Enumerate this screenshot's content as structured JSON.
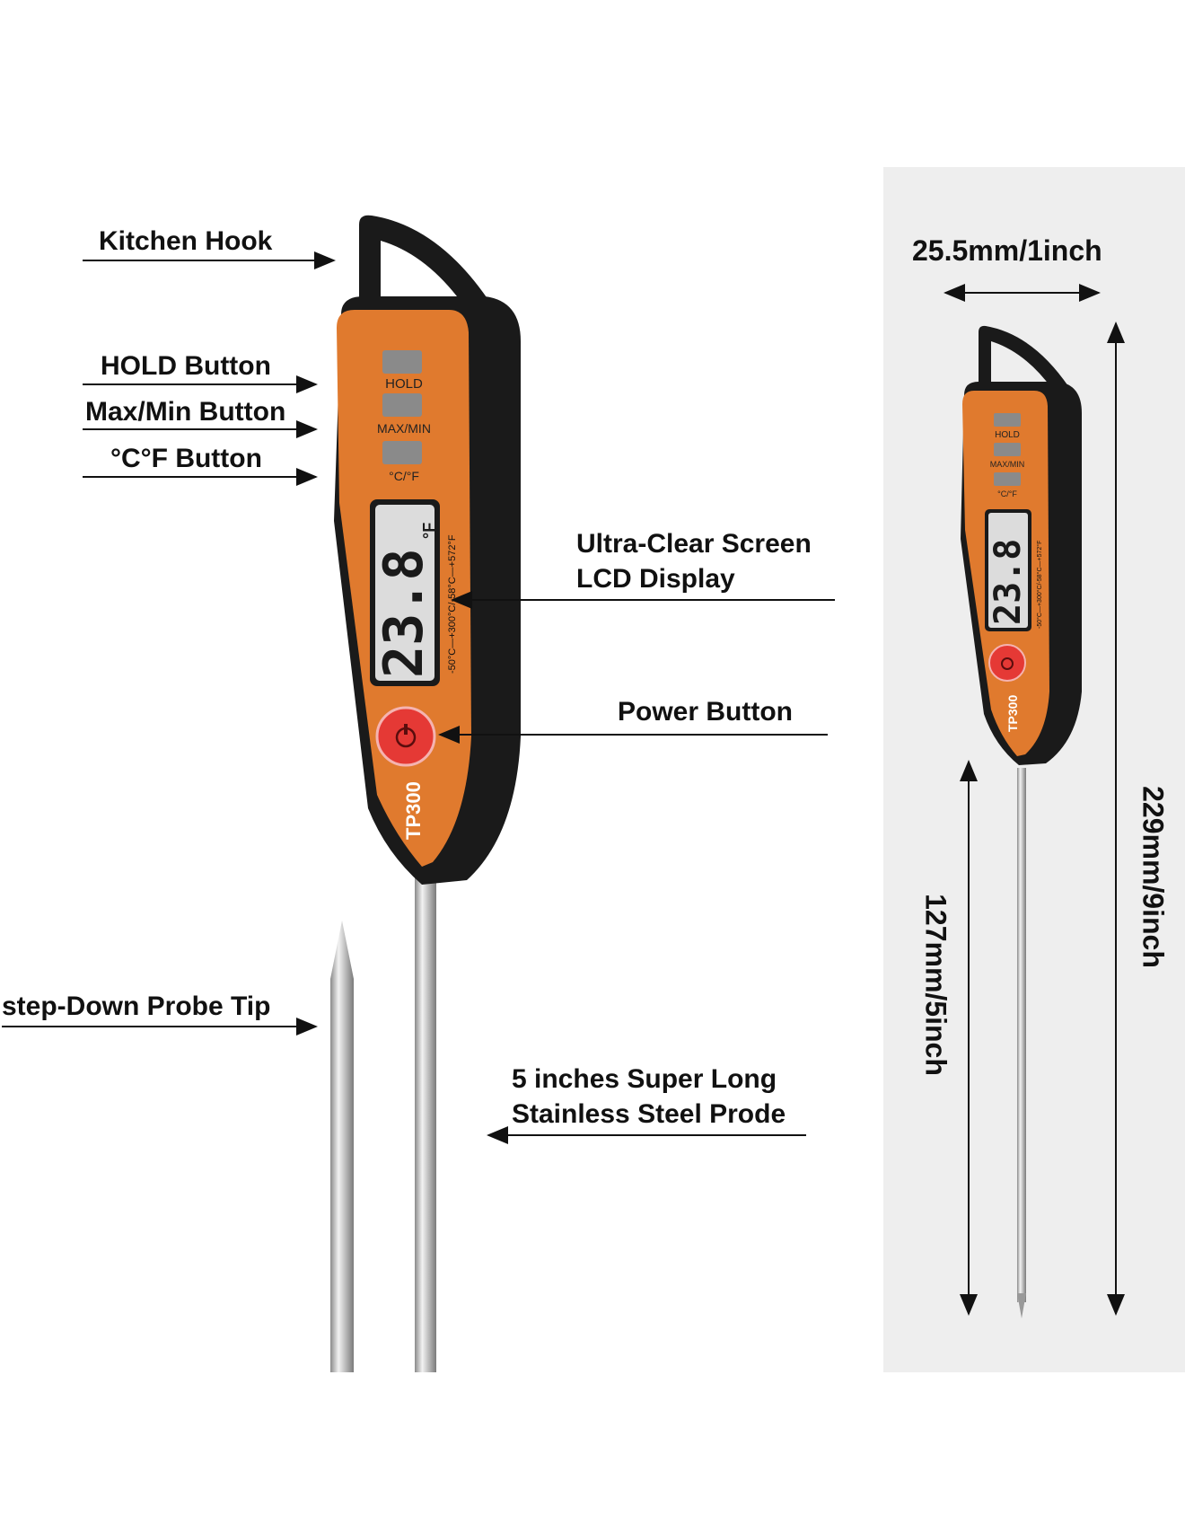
{
  "labels": {
    "kitchen_hook": "Kitchen Hook",
    "hold_button": "HOLD Button",
    "maxmin_button": "Max/Min Button",
    "cf_button": "°C°F Button",
    "screen_line1": "Ultra-Clear Screen",
    "screen_line2": "LCD Display",
    "power_button": "Power Button",
    "probe_tip": "step-Down Probe Tip",
    "probe_line1": "5 inches Super Long",
    "probe_line2": "Stainless Steel Prode"
  },
  "device": {
    "hold": "HOLD",
    "maxmin": "MAX/MIN",
    "cf": "°C/°F",
    "model": "TP300",
    "lcd_value": "23.8",
    "lcd_unit": "°F",
    "range": "-50°C—+300°C/-58°C—+572°F"
  },
  "dimensions": {
    "width": "25.5mm/1inch",
    "total_length": "229mm/9inch",
    "probe_length": "127mm/5inch"
  },
  "colors": {
    "body_orange": "#e07a2e",
    "body_black": "#1a1a1a",
    "lcd_bg": "#dcdcdc",
    "power_red": "#e53935",
    "probe_steel": "#b8b8b8"
  }
}
